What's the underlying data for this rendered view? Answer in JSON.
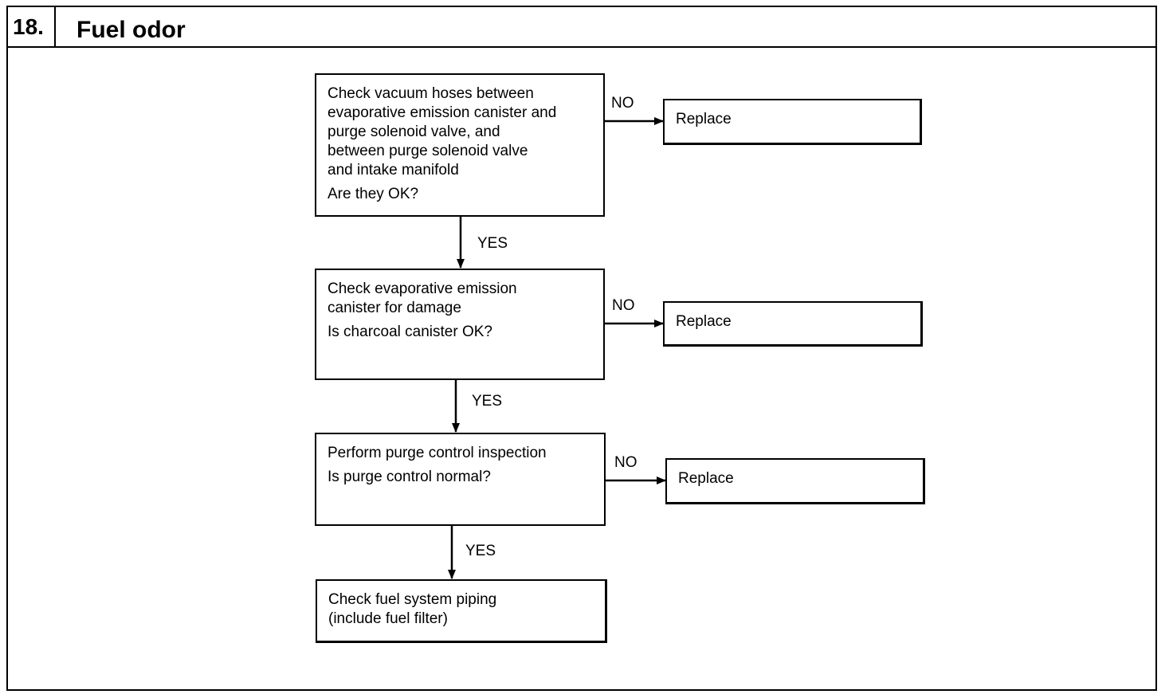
{
  "header": {
    "number": "18.",
    "title": "Fuel odor"
  },
  "steps": [
    {
      "lines": [
        "Check vacuum hoses between",
        "evaporative emission canister and",
        "purge solenoid valve, and",
        "between purge solenoid valve",
        "and intake manifold"
      ],
      "question": "Are they OK?",
      "no_label": "NO",
      "no_action": "Replace",
      "yes_label": "YES"
    },
    {
      "lines": [
        "Check evaporative emission",
        "canister for damage"
      ],
      "question": "Is charcoal canister OK?",
      "no_label": "NO",
      "no_action": "Replace",
      "yes_label": "YES"
    },
    {
      "lines": [
        "Perform purge control inspection"
      ],
      "question": "Is purge control normal?",
      "no_label": "NO",
      "no_action": "Replace",
      "yes_label": "YES"
    },
    {
      "lines": [
        "Check fuel system piping",
        "(include fuel filter)"
      ]
    }
  ]
}
